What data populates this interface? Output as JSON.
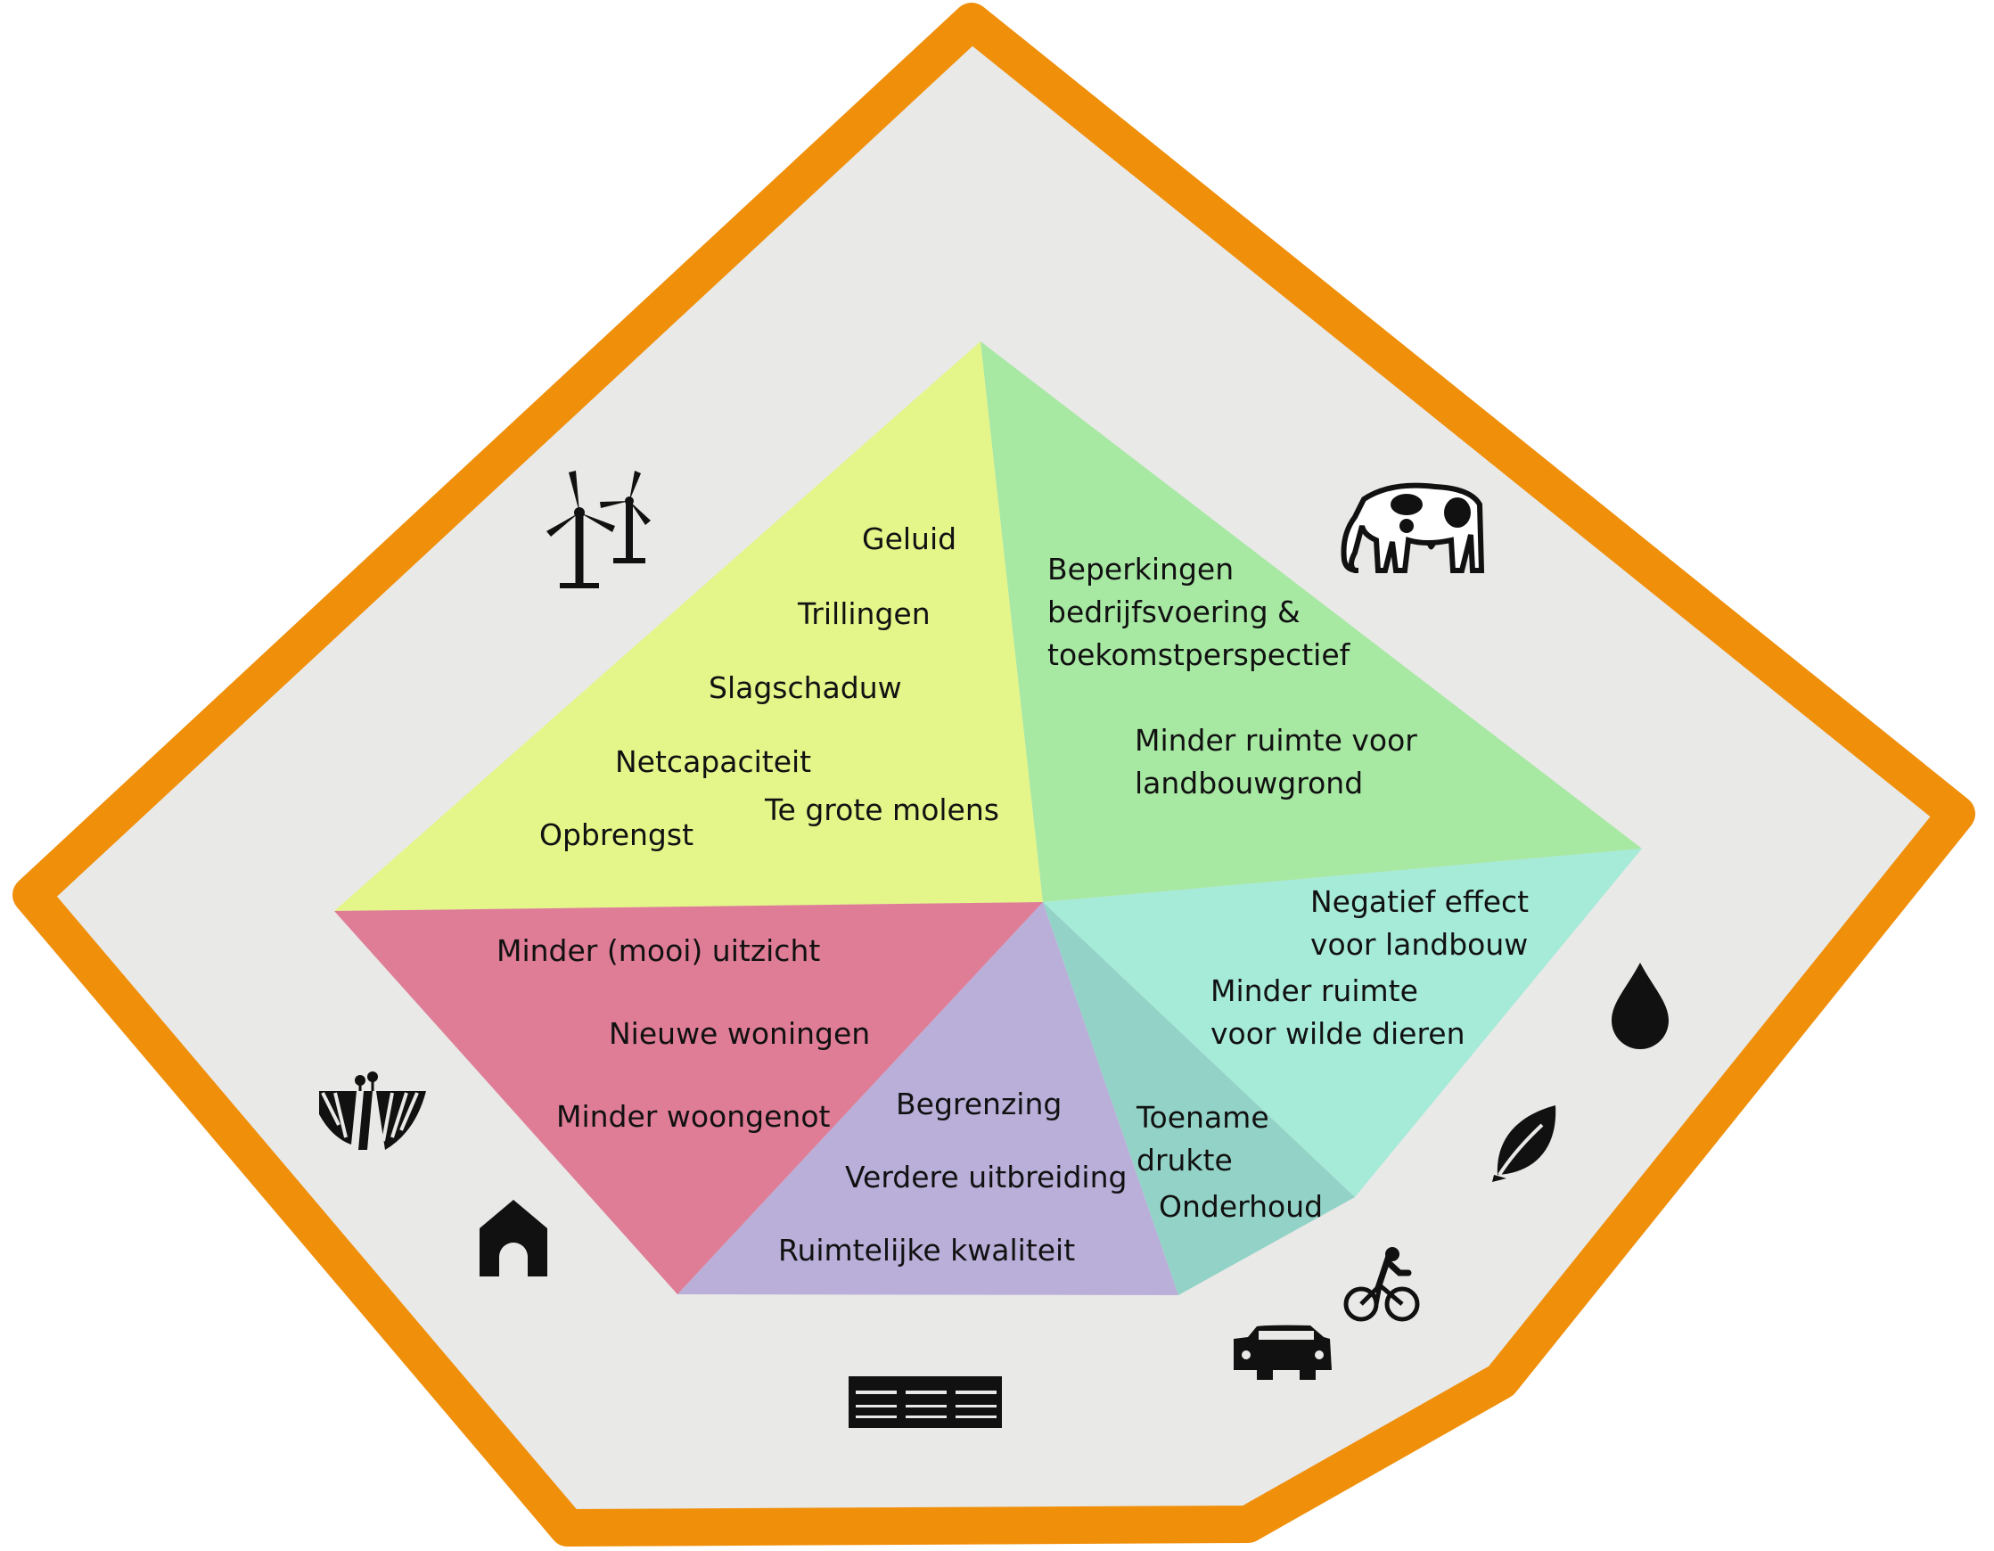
{
  "sectors": [
    {
      "id": "energy",
      "color": "#e4f58a",
      "icons": [
        "wind-turbines-icon"
      ],
      "items": [
        "Geluid",
        "Trillingen",
        "Slagschaduw",
        "Netcapaciteit",
        "Opbrengst",
        "Te grote molens"
      ]
    },
    {
      "id": "agriculture",
      "color": "#a7e8a3",
      "icons": [
        "cow-icon"
      ],
      "items": [
        "Beperkingen",
        "bedrijfsvoering &",
        "toekomstperspectief",
        "Minder ruimte voor",
        "landbouwgrond"
      ]
    },
    {
      "id": "nature",
      "color": "#a6ead8",
      "icons": [
        "water-drop-icon",
        "leaf-icon"
      ],
      "items": [
        "Negatief effect",
        "voor landbouw",
        "Minder ruimte",
        "voor wilde dieren"
      ]
    },
    {
      "id": "mobility",
      "color": "#93d3c7",
      "icons": [
        "bicycle-icon",
        "car-icon"
      ],
      "items": [
        "Toename",
        "drukte",
        "Onderhoud"
      ]
    },
    {
      "id": "industry",
      "color": "#b9afd9",
      "icons": [
        "industrial-building-icon"
      ],
      "items": [
        "Begrenzing",
        "Verdere uitbreiding",
        "Ruimtelijke kwaliteit"
      ]
    },
    {
      "id": "living",
      "color": "#df7d97",
      "icons": [
        "landscape-icon",
        "house-icon"
      ],
      "items": [
        "Minder (mooi) uitzicht",
        "Nieuwe woningen",
        "Minder woongenot"
      ]
    }
  ],
  "colors": {
    "border": "#f08f0a",
    "background": "#e9e9e7",
    "icon": "#111111"
  }
}
